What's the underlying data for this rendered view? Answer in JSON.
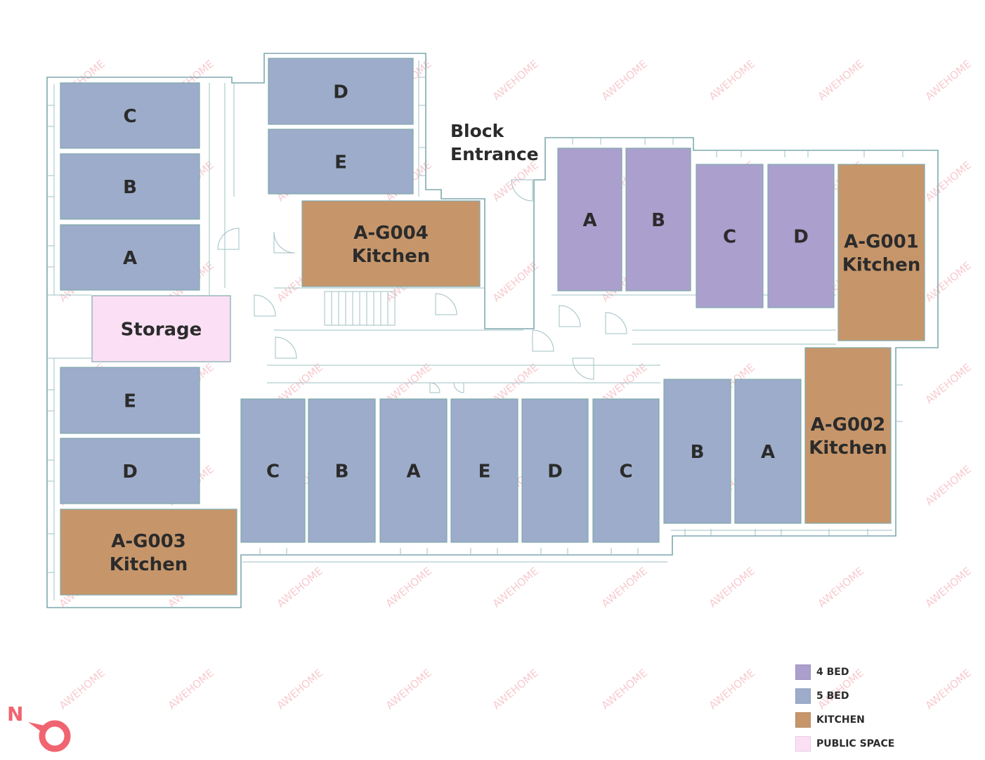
{
  "colors": {
    "four_bed": "#ab9fcd",
    "five_bed": "#9dacca",
    "kitchen": "#c6966a",
    "public_space": "#fbe0f5",
    "wall": "#7fa9ad",
    "compass": "#f06470"
  },
  "entrance": {
    "line1": "Block",
    "line2": "Entrance"
  },
  "watermark": "AWEHOME",
  "legend": [
    {
      "label": "4 BED",
      "type": "four_bed"
    },
    {
      "label": "5 BED",
      "type": "five_bed"
    },
    {
      "label": "KITCHEN",
      "type": "kitchen"
    },
    {
      "label": "PUBLIC SPACE",
      "type": "public_space"
    }
  ],
  "compass": {
    "letter": "N",
    "icon": "north-arrow-icon"
  },
  "rooms": [
    {
      "id": "west-c",
      "type": "five_bed",
      "lines": [
        "C"
      ]
    },
    {
      "id": "west-b",
      "type": "five_bed",
      "lines": [
        "B"
      ]
    },
    {
      "id": "west-a",
      "type": "five_bed",
      "lines": [
        "A"
      ]
    },
    {
      "id": "north-d",
      "type": "five_bed",
      "lines": [
        "D"
      ]
    },
    {
      "id": "north-e",
      "type": "five_bed",
      "lines": [
        "E"
      ]
    },
    {
      "id": "kitchen-g004",
      "type": "kitchen",
      "lines": [
        "A-G004",
        "Kitchen"
      ]
    },
    {
      "id": "storage",
      "type": "public_space",
      "lines": [
        "Storage"
      ]
    },
    {
      "id": "sw-e",
      "type": "five_bed",
      "lines": [
        "E"
      ]
    },
    {
      "id": "sw-d",
      "type": "five_bed",
      "lines": [
        "D"
      ]
    },
    {
      "id": "kitchen-g003",
      "type": "kitchen",
      "lines": [
        "A-G003",
        "Kitchen"
      ]
    },
    {
      "id": "south-c1",
      "type": "five_bed",
      "lines": [
        "C"
      ]
    },
    {
      "id": "south-b1",
      "type": "five_bed",
      "lines": [
        "B"
      ]
    },
    {
      "id": "south-a1",
      "type": "five_bed",
      "lines": [
        "A"
      ]
    },
    {
      "id": "south-e",
      "type": "five_bed",
      "lines": [
        "E"
      ]
    },
    {
      "id": "south-d",
      "type": "five_bed",
      "lines": [
        "D"
      ]
    },
    {
      "id": "south-c2",
      "type": "five_bed",
      "lines": [
        "C"
      ]
    },
    {
      "id": "south-b2",
      "type": "five_bed",
      "lines": [
        "B"
      ]
    },
    {
      "id": "south-a2",
      "type": "five_bed",
      "lines": [
        "A"
      ]
    },
    {
      "id": "east-a",
      "type": "four_bed",
      "lines": [
        "A"
      ]
    },
    {
      "id": "east-b",
      "type": "four_bed",
      "lines": [
        "B"
      ]
    },
    {
      "id": "east-c",
      "type": "four_bed",
      "lines": [
        "C"
      ]
    },
    {
      "id": "east-d",
      "type": "four_bed",
      "lines": [
        "D"
      ]
    },
    {
      "id": "kitchen-g001",
      "type": "kitchen",
      "lines": [
        "A-G001",
        "Kitchen"
      ]
    },
    {
      "id": "kitchen-g002",
      "type": "kitchen",
      "lines": [
        "A-G002",
        "Kitchen"
      ]
    }
  ]
}
